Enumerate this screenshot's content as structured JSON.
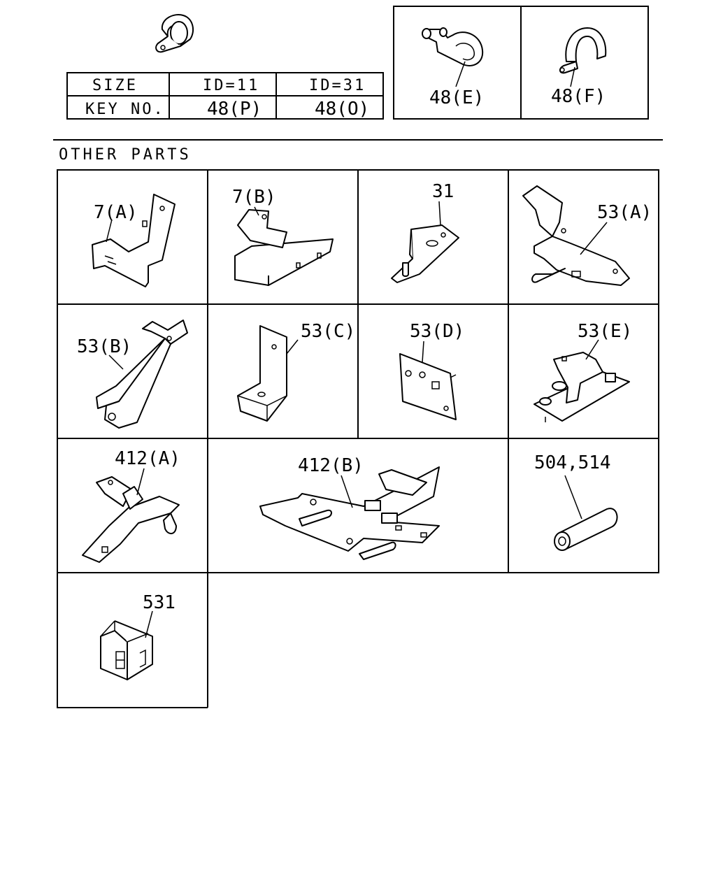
{
  "clamp_table": {
    "header_size": "SIZE",
    "header_key": "KEY NO.",
    "sizes": [
      "ID=11",
      "ID=31"
    ],
    "keys": [
      "48(P)",
      "48(O)"
    ]
  },
  "clamp_variants": [
    "48(E)",
    "48(F)"
  ],
  "section_title": "OTHER PARTS",
  "parts": [
    "7(A)",
    "7(B)",
    "31",
    "53(A)",
    "53(B)",
    "53(C)",
    "53(D)",
    "53(E)",
    "412(A)",
    "412(B)",
    "504,514",
    "531"
  ]
}
